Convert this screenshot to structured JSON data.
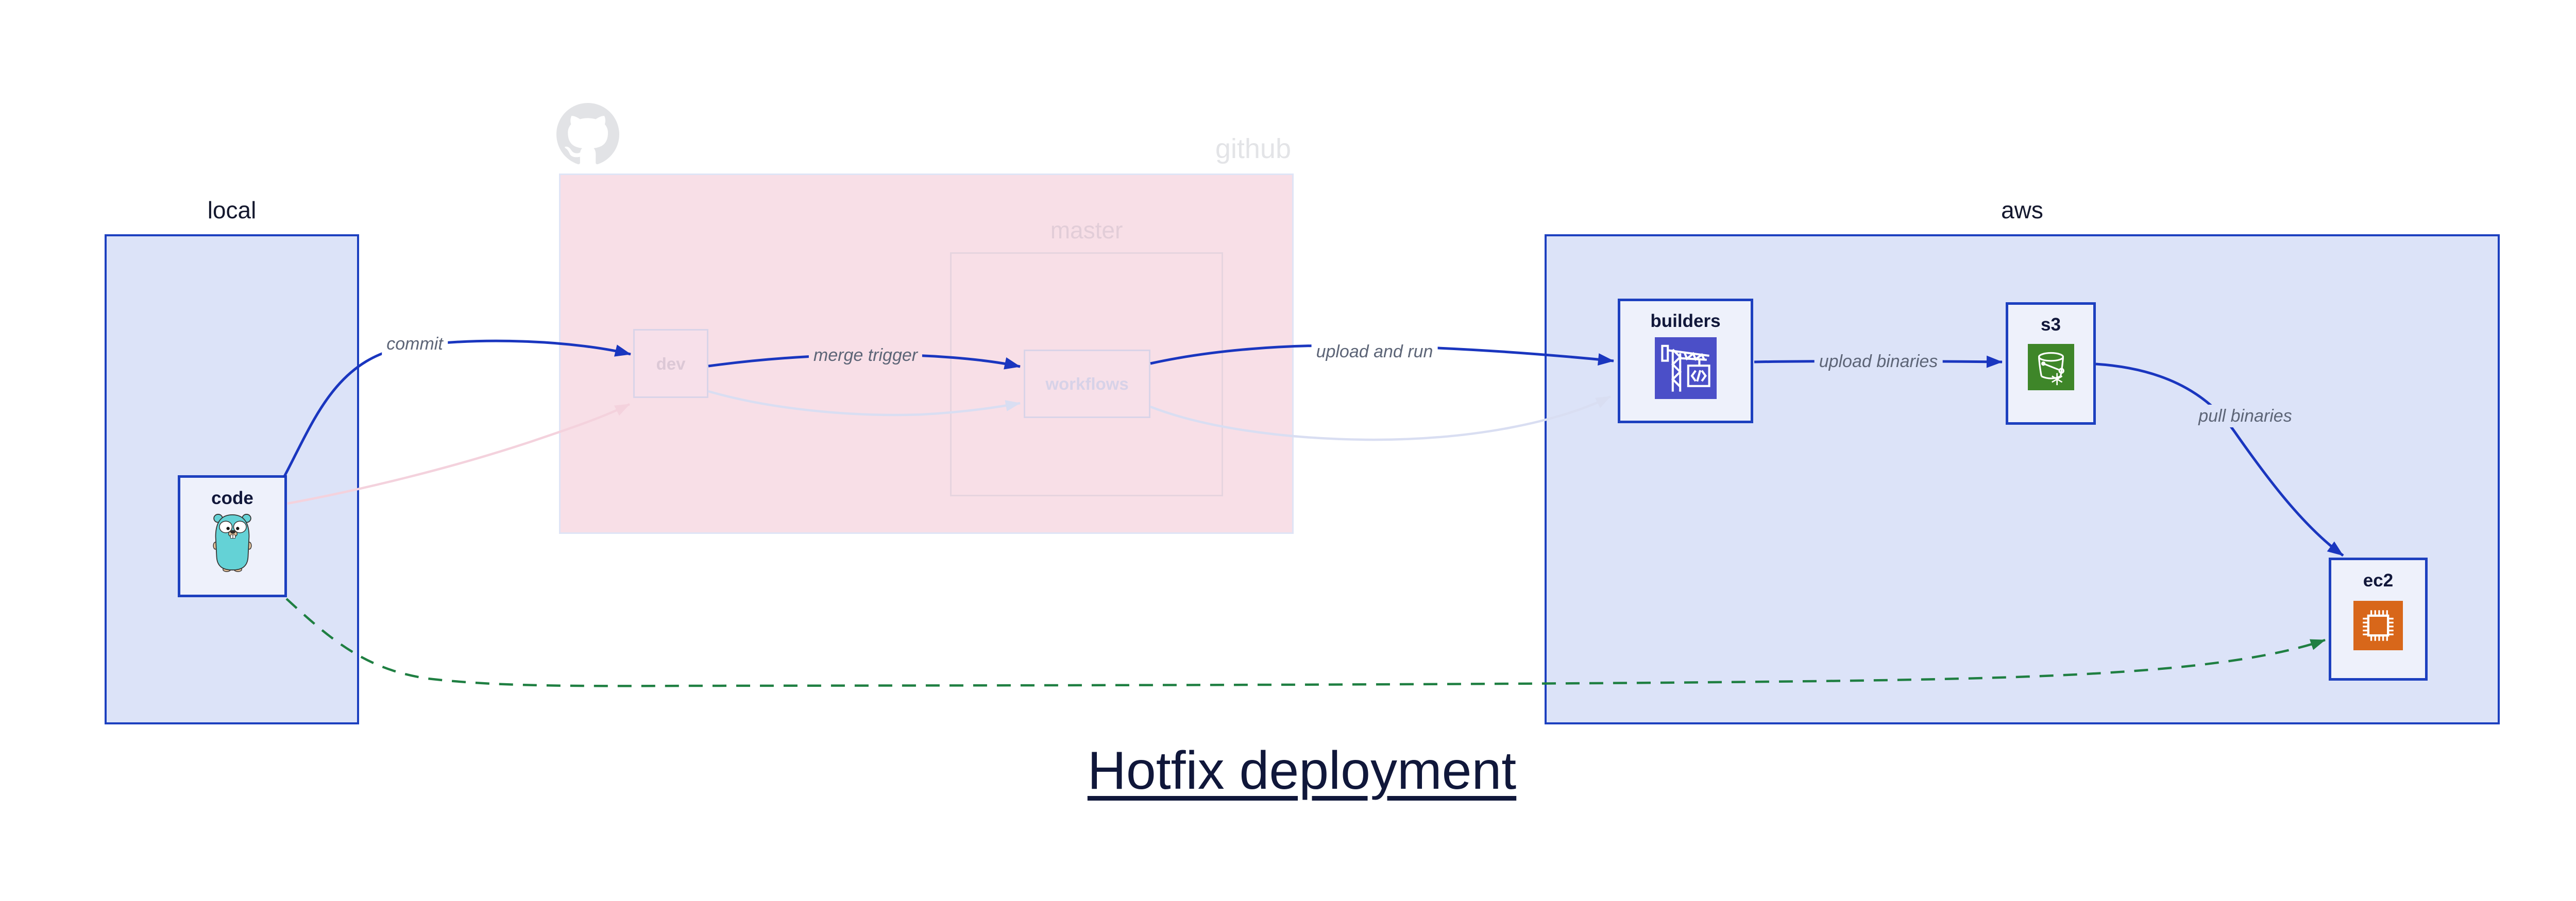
{
  "diagram_title": "Hotfix deployment",
  "containers": {
    "local": {
      "label": "local"
    },
    "github": {
      "label": "github",
      "icon": "github-octocat-icon"
    },
    "master": {
      "label": "master"
    },
    "aws": {
      "label": "aws"
    }
  },
  "nodes": {
    "code": {
      "label": "code",
      "icon": "go-gopher-icon",
      "container": "local"
    },
    "dev": {
      "label": "dev",
      "container": "github"
    },
    "workflows": {
      "label": "workflows",
      "container": "master"
    },
    "builders": {
      "label": "builders",
      "icon": "aws-codebuild-icon",
      "container": "aws"
    },
    "s3": {
      "label": "s3",
      "icon": "aws-s3-bucket-icon",
      "container": "aws"
    },
    "ec2": {
      "label": "ec2",
      "icon": "aws-ec2-chip-icon",
      "container": "aws"
    }
  },
  "edges": {
    "commit": {
      "label": "commit",
      "from": "code",
      "to": "dev",
      "style": "bold-blue"
    },
    "merge_trigger": {
      "label": "merge trigger",
      "from": "dev",
      "to": "workflows",
      "style": "bold-blue"
    },
    "upload_and_run": {
      "label": "upload and run",
      "from": "workflows",
      "to": "builders",
      "style": "bold-blue"
    },
    "upload_binaries": {
      "label": "upload binaries",
      "from": "builders",
      "to": "s3",
      "style": "bold-blue"
    },
    "pull_binaries": {
      "label": "pull binaries",
      "from": "s3",
      "to": "ec2",
      "style": "bold-blue"
    },
    "hotfix": {
      "label": "",
      "from": "code",
      "to": "ec2",
      "style": "dashed-green"
    },
    "faded_commit": {
      "label": "",
      "from": "code",
      "to": "dev",
      "style": "faded-pink"
    },
    "faded_merge": {
      "label": "",
      "from": "dev",
      "to": "workflows",
      "style": "faded-lavender"
    },
    "faded_upload_and_run": {
      "label": "",
      "from": "workflows",
      "to": "builders",
      "style": "faded-lavender"
    }
  },
  "colors": {
    "arrow_blue": "#1a36bf",
    "container_border_blue": "#1d40bf",
    "container_fill_blue": "#dce3f8",
    "node_fill": "#eef1fb",
    "github_fill": "#f8dfe7",
    "faded_pink_edge": "#f4d2dd",
    "faded_lavender_edge": "#d9def2",
    "hotfix_green": "#1f7f42",
    "edge_label_gray": "#5d6577",
    "codebuild_purple": "#4b4fc8",
    "s3_green": "#3e8629",
    "ec2_orange": "#d8671a",
    "gopher_teal": "#64d2d6",
    "octocat_gray": "#e2e3e6"
  }
}
